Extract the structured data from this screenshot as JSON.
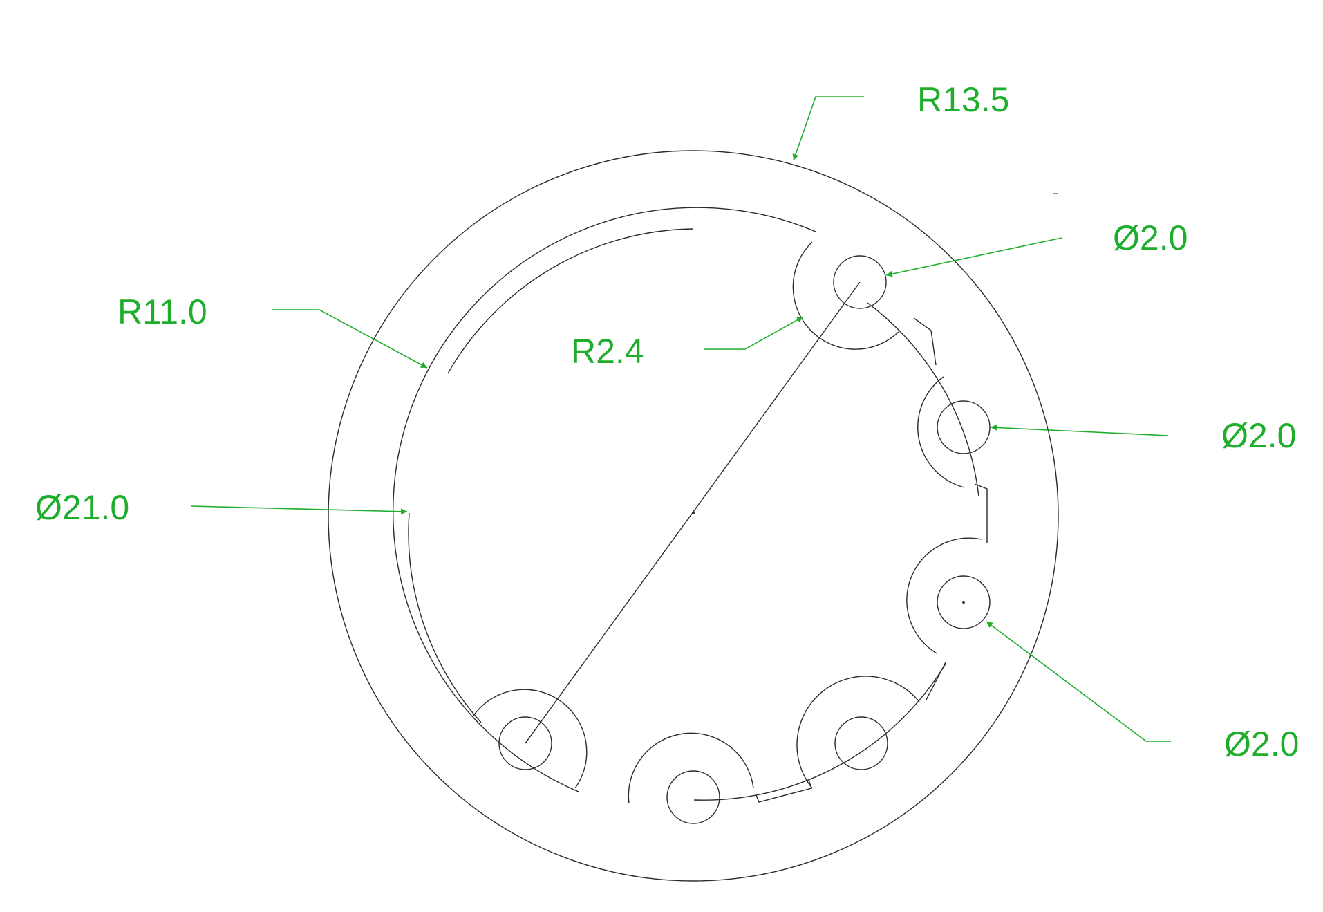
{
  "colors": {
    "dimension": "#1fae2b",
    "geometry": "#2b2b2b",
    "background": "#ffffff"
  },
  "dimensions": {
    "outer_radius": "R13.5",
    "hole_top_right": "Ø2.0",
    "inner_radius": "R11.0",
    "pocket_radius": "R2.4",
    "hole_right": "Ø2.0",
    "inner_diameter": "Ø21.0",
    "hole_lower_right": "Ø2.0"
  }
}
